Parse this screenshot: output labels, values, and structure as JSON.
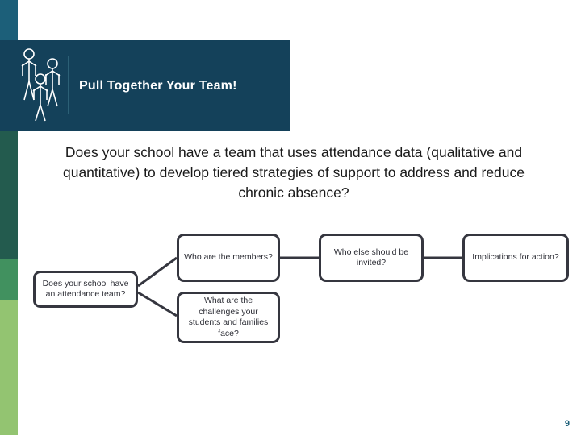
{
  "slide": {
    "page_number": "9",
    "header": {
      "title": "Pull Together Your Team!",
      "icon_name": "three-people-icon",
      "band_color": "#14415a"
    },
    "main_question": "Does your school have a team that uses attendance data (qualitative and quantitative) to develop tiered strategies of support to address and reduce chronic absence?",
    "accent_bar": {
      "segments": [
        {
          "name": "teal",
          "color": "#1c5f79"
        },
        {
          "name": "navy",
          "color": "#14415a"
        },
        {
          "name": "dark-green",
          "color": "#235b4e"
        },
        {
          "name": "green",
          "color": "#41915f"
        },
        {
          "name": "light-green",
          "color": "#93c471"
        }
      ]
    },
    "flow": {
      "boxes": [
        {
          "id": "attendance-team",
          "label": "Does your school have an attendance team?"
        },
        {
          "id": "members",
          "label": "Who are the members?"
        },
        {
          "id": "challenges",
          "label": "What are the challenges your students and families face?"
        },
        {
          "id": "invited",
          "label": "Who else should be invited?"
        },
        {
          "id": "implications",
          "label": "Implications for action?"
        }
      ],
      "line_color": "#35363f"
    }
  }
}
